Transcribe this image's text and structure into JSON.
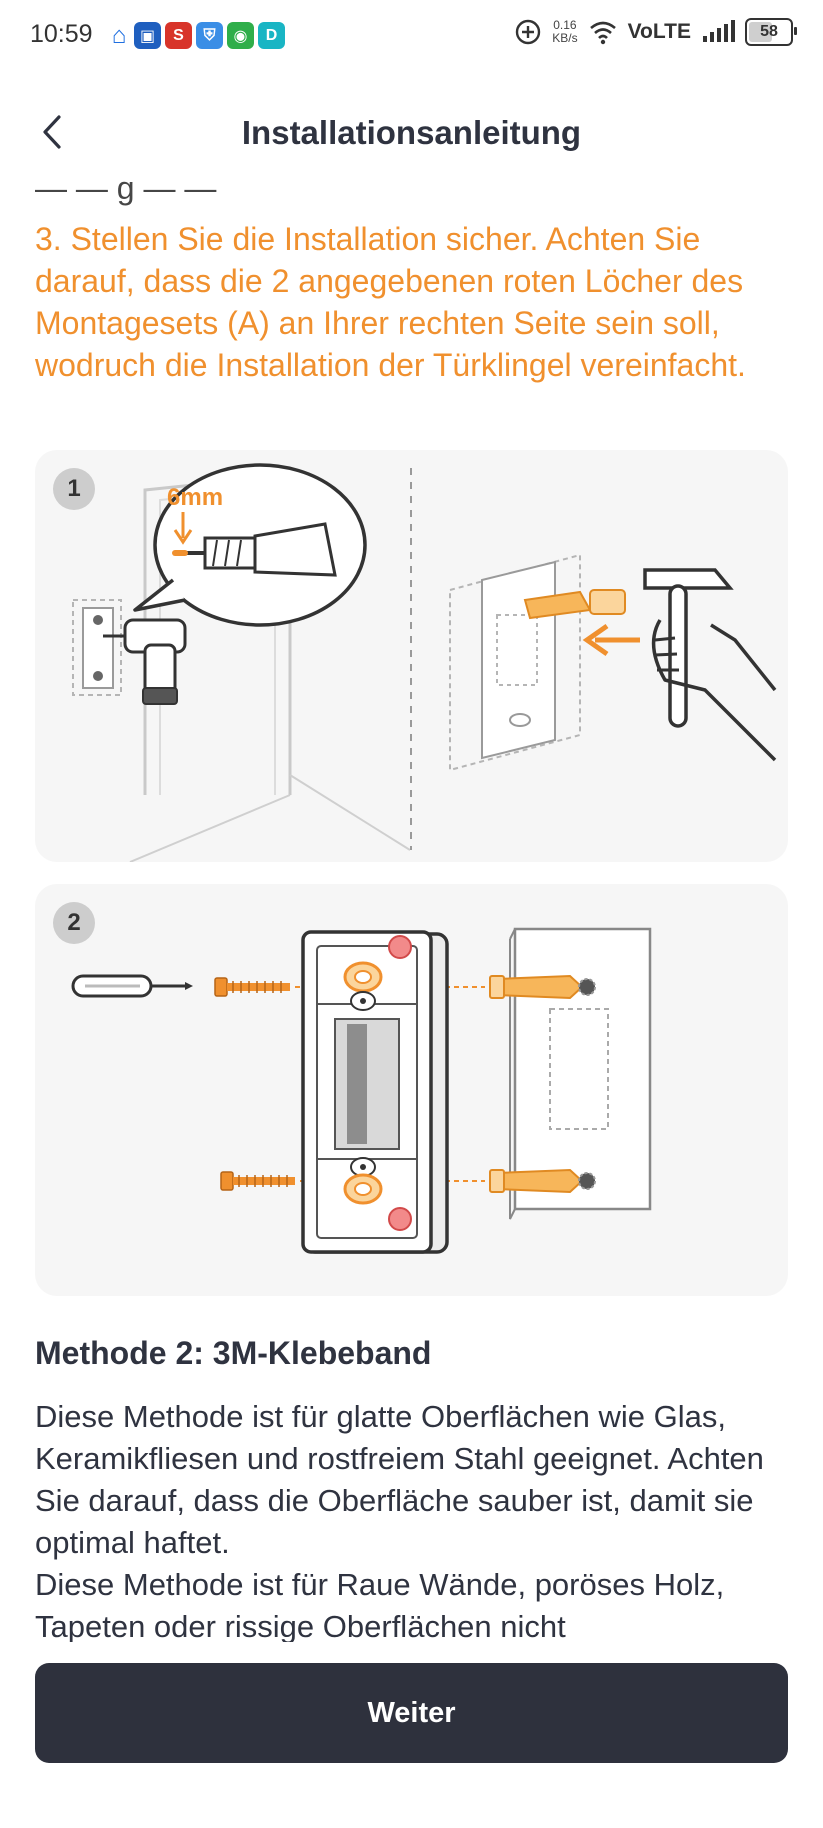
{
  "status_bar": {
    "time": "10:59",
    "speed_value": "0.16",
    "speed_unit": "KB/s",
    "network": "VoLTE",
    "battery": "58",
    "apps": [
      {
        "name": "home-app-icon",
        "color": "#ffffff",
        "glyph": "⌂"
      },
      {
        "name": "video-app-icon",
        "color": "#1f5fbf",
        "glyph": "▣"
      },
      {
        "name": "s-app-icon",
        "color": "#d8342a",
        "glyph": "S"
      },
      {
        "name": "shield-app-icon",
        "color": "#3a8ee6",
        "glyph": "⛨"
      },
      {
        "name": "vpn-app-icon",
        "color": "#2fae4a",
        "glyph": "◉"
      },
      {
        "name": "d-app-icon",
        "color": "#19b5c4",
        "glyph": "D"
      }
    ]
  },
  "header": {
    "title": "Installationsanleitung"
  },
  "content": {
    "step_text": "3. Stellen Sie die Installation sicher. Achten Sie darauf, dass die 2 angegebenen roten Löcher des Montagesets (A) an Ihrer rechten Seite sein soll, wodruch die Installation der Türklingel vereinfacht.",
    "panel1": {
      "badge": "1",
      "drill_label": "6mm"
    },
    "panel2": {
      "badge": "2"
    },
    "section_title": "Methode 2: 3M-Klebeband",
    "para1": "Diese Methode ist für glatte Oberflächen wie Glas, Keramikfliesen und rostfreiem Stahl geeignet. Achten Sie darauf, dass die Oberfläche sauber ist, damit sie optimal haftet.",
    "para2": "Diese Methode ist für Raue Wände, poröses Holz, Tapeten oder rissige Oberflächen nicht"
  },
  "footer": {
    "button_label": "Weiter"
  },
  "colors": {
    "accent": "#f0902e",
    "button_bg": "#2e313d",
    "panel_bg": "#f6f6f6",
    "text": "#2f3340"
  }
}
